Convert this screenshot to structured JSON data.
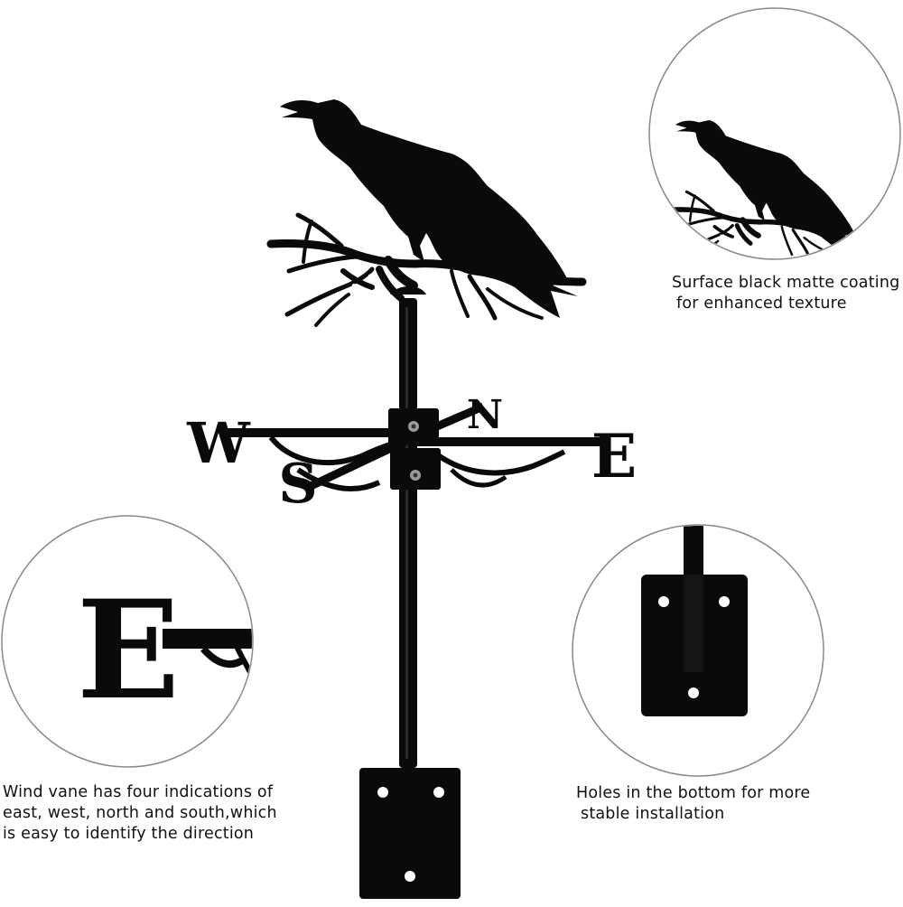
{
  "product": {
    "compass_letters": {
      "west": "W",
      "east": "E",
      "north": "N",
      "south": "S"
    }
  },
  "callouts": {
    "coating": {
      "lines": [
        "Surface black matte coating",
        "for enhanced texture"
      ]
    },
    "directions": {
      "detail_letter": "E",
      "lines": [
        "Wind vane has four indications of",
        "east, west, north and south,which",
        "is easy to identify the direction"
      ]
    },
    "holes": {
      "lines": [
        "Holes in the bottom for more",
        "stable installation"
      ]
    }
  },
  "colors": {
    "product": "#0a0a0a",
    "circle_outline": "#8a8a8a",
    "background": "#ffffff",
    "text": "#111111"
  }
}
